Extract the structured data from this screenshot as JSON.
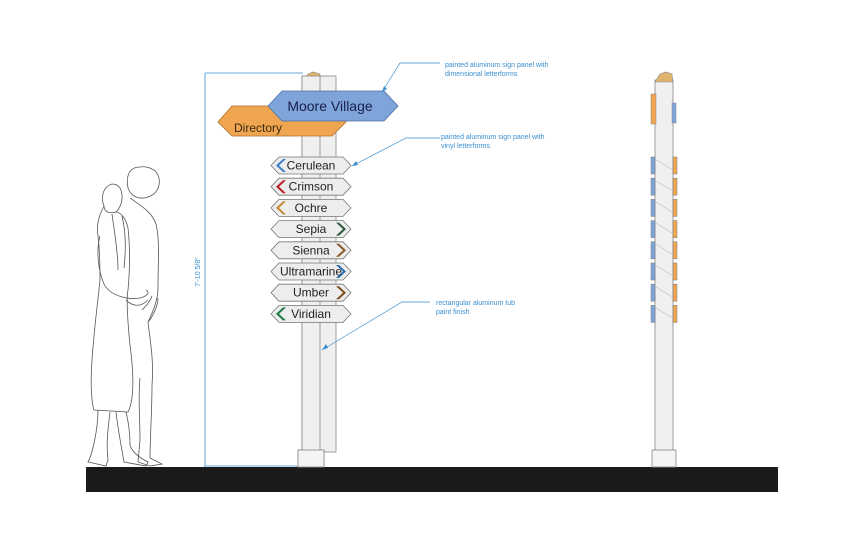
{
  "main_sign": {
    "text": "Moore Village",
    "color": "#7ea4d9"
  },
  "secondary_sign": {
    "text": "Directory",
    "color": "#f0a550"
  },
  "blades": [
    {
      "label": "Cerulean",
      "arrow": "left",
      "color": "#3f7fc8"
    },
    {
      "label": "Crimson",
      "arrow": "left",
      "color": "#b8202a"
    },
    {
      "label": "Ochre",
      "arrow": "left",
      "color": "#c48a3c"
    },
    {
      "label": "Sepia",
      "arrow": "right",
      "color": "#2e5a3e"
    },
    {
      "label": "Sienna",
      "arrow": "right",
      "color": "#8a5a28"
    },
    {
      "label": "Ultramarine",
      "arrow": "right",
      "color": "#2a6fb0"
    },
    {
      "label": "Umber",
      "arrow": "right",
      "color": "#7a5020"
    },
    {
      "label": "Viridian",
      "arrow": "left",
      "color": "#1f7a4a"
    }
  ],
  "callouts": {
    "top_line1": "painted aluminum sign panel with",
    "top_line2": "dimensional letterforms",
    "mid_line1": "painted aluminum sign panel with",
    "mid_line2": "vinyl letterforms",
    "bottom_line1": "rectangular aluminum tub",
    "bottom_line2": "paint finish"
  },
  "dimension": "7'-10 5/8\"",
  "colors": {
    "annotation": "#3a8fd0",
    "ground": "#1a1a1a",
    "post": "#f0f0f0",
    "cap": "#e0b46c"
  }
}
